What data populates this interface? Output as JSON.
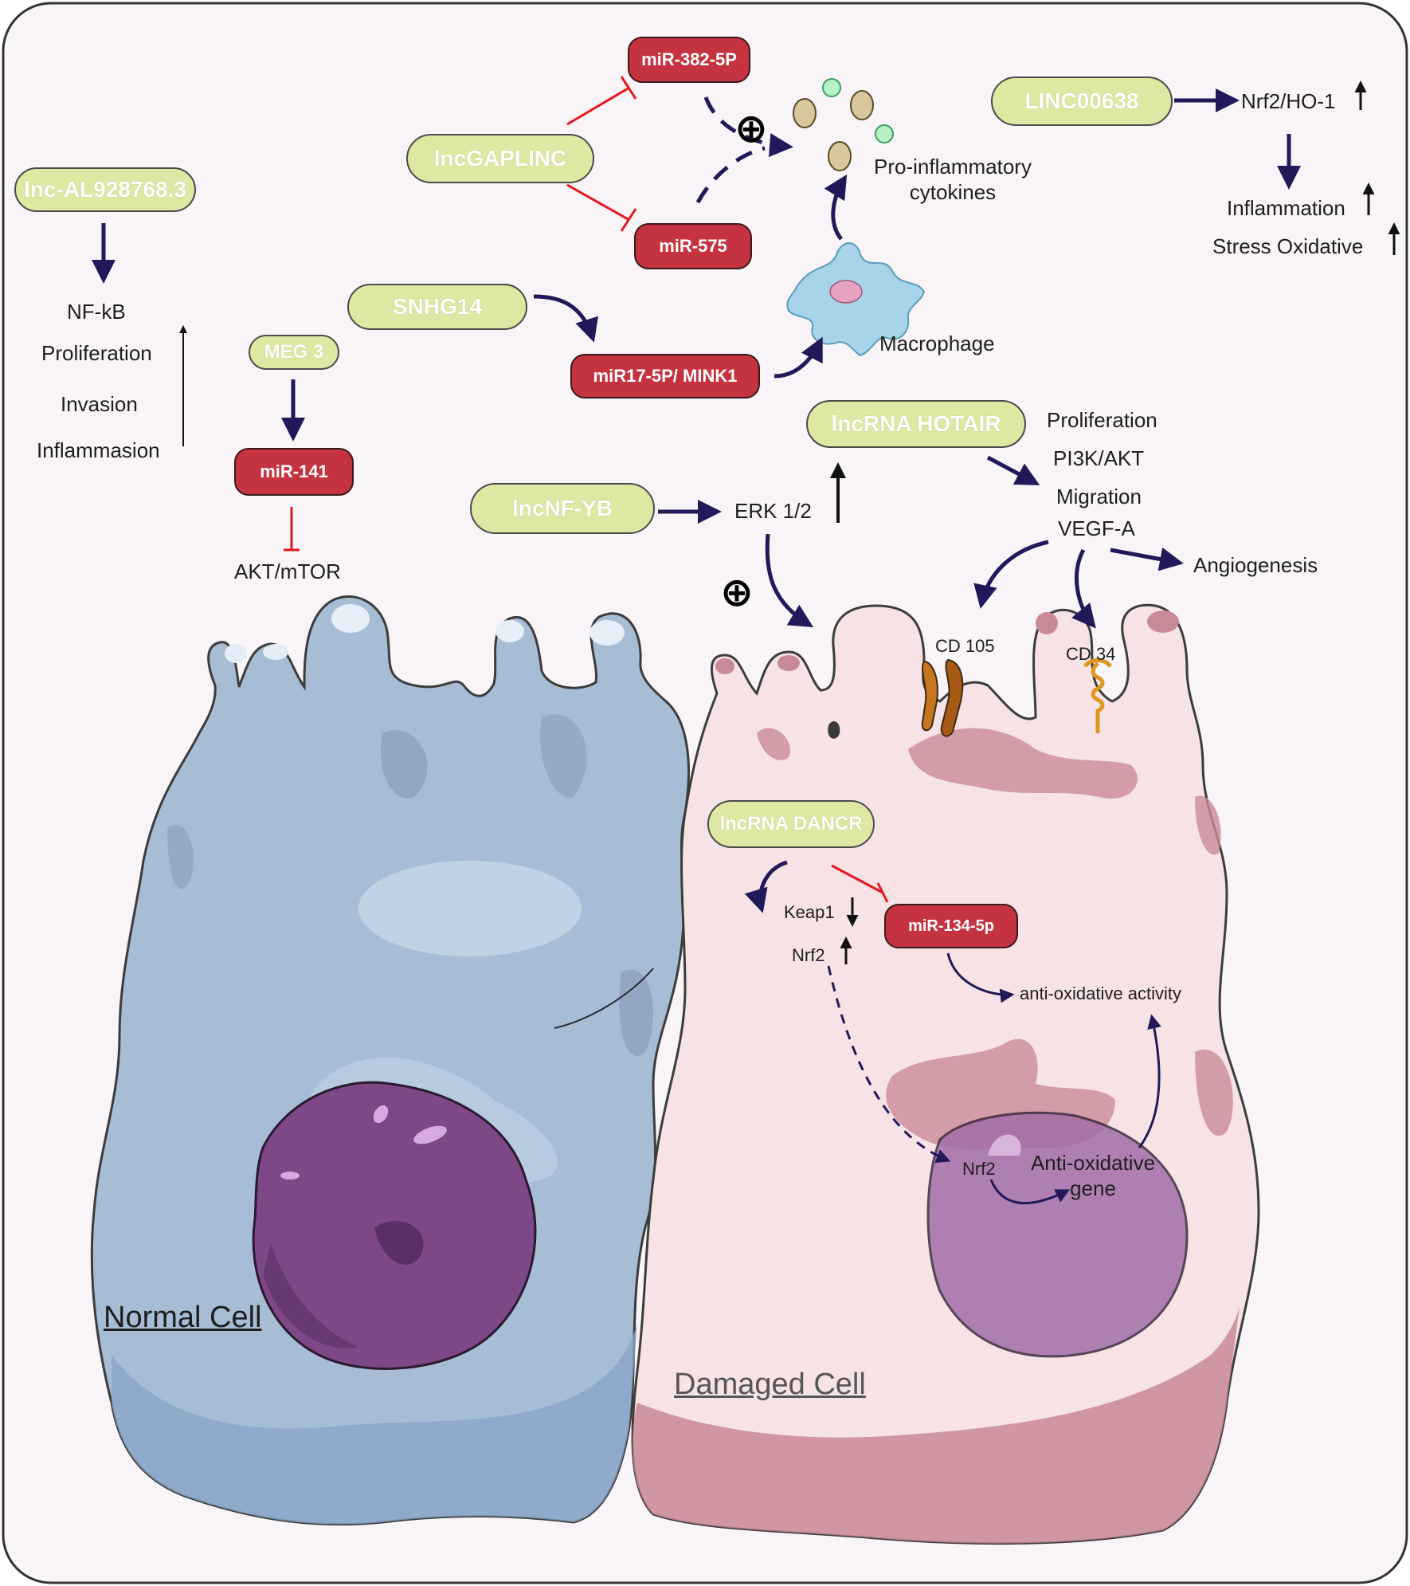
{
  "nodes": {
    "lnc_al928768": "lnc-AL928768.3",
    "lncgaplinc": "lncGAPLINC",
    "snhg14": "SNHG14",
    "meg3": "MEG 3",
    "linc00638": "LINC00638",
    "lncrna_hotair": "lncRNA HOTAIR",
    "lncnf_yb": "lncNF-YB",
    "lncrna_dancr": "lncRNA DANCR",
    "mir382": "miR-382-5P",
    "mir575": "miR-575",
    "mir17": "miR17-5P/ MINK1",
    "mir141": "miR-141",
    "mir134": "miR-134-5p"
  },
  "labels": {
    "nfkb": "NF-kB",
    "proliferation_left": "Proliferation",
    "invasion": "Invasion",
    "inflammasion": "Inflammasion",
    "akt_mtor": "AKT/mTOR",
    "pro_inflammatory_1": "Pro-inflammatory",
    "pro_inflammatory_2": "cytokines",
    "macrophage": "Macrophage",
    "nrf2_ho1": "Nrf2/HO-1",
    "inflammation": "Inflammation",
    "stress_oxidative": "Stress Oxidative",
    "proliferation_right": "Proliferation",
    "pi3k_akt": "PI3K/AKT",
    "migration": "Migration",
    "vegf_a": "VEGF-A",
    "angiogenesis": "Angiogenesis",
    "erk": "ERK 1/2",
    "cd105": "CD 105",
    "cd34": "CD 34",
    "keap1": "Keap1",
    "nrf2_top": "Nrf2",
    "anti_oxidative_activity": "anti-oxidative activity",
    "nrf2_nucleus": "Nrf2",
    "anti_oxidative_gene_1": "Anti-oxidative",
    "anti_oxidative_gene_2": "gene",
    "normal_cell": "Normal Cell",
    "damaged_cell": "Damaged Cell",
    "plus_symbol_1": "⊕",
    "plus_symbol_2": "⊕"
  },
  "colors": {
    "pill_green": "#dfe8a3",
    "pill_red": "#c4333f",
    "arrow_navy": "#22195a",
    "inhibit_red": "#e4161e",
    "normal_cell": "#a7bdd6",
    "damaged_cell": "#f7e3e6",
    "nucleus_purple": "#7d4788"
  }
}
